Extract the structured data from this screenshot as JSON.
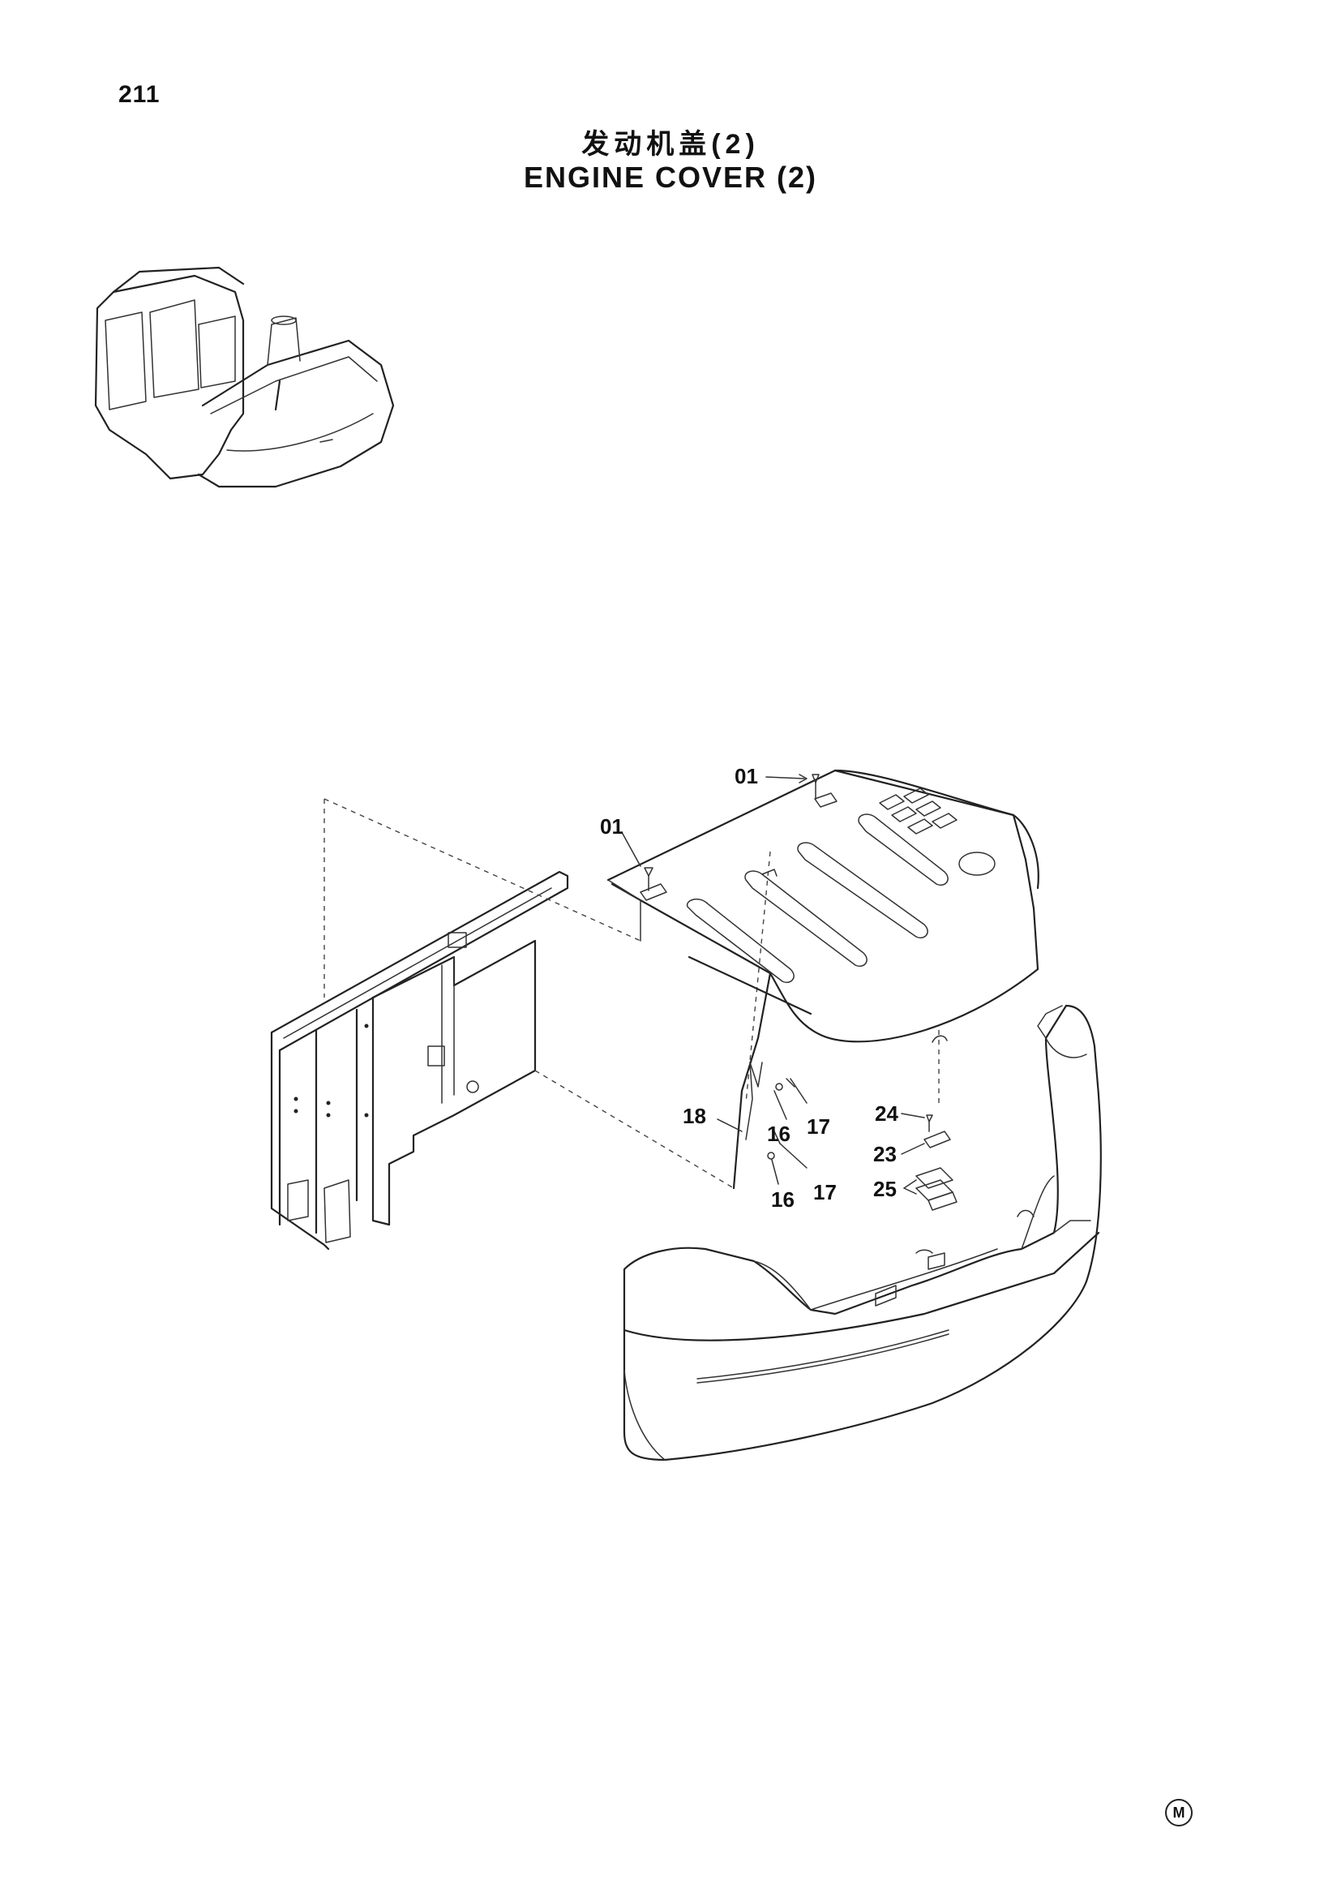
{
  "page_number": "211",
  "title_cn": "发动机盖(2)",
  "title_en": "ENGINE COVER (2)",
  "callouts": {
    "c01a": "01",
    "c01b": "01",
    "c18": "18",
    "c16a": "16",
    "c17a": "17",
    "c16b": "16",
    "c17b": "17",
    "c24": "24",
    "c23": "23",
    "c25": "25"
  },
  "corner_mark": "M"
}
